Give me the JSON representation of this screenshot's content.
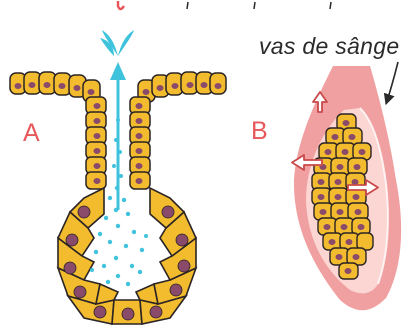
{
  "labels": {
    "gland_a": "A",
    "gland_b": "B",
    "vessel": "vas de sânge"
  },
  "colors": {
    "cell_fill": "#f2bc2e",
    "cell_outline": "#2b2424",
    "nucleus": "#8a4a6a",
    "secretion": "#3fc3dd",
    "vessel_wall": "#f0a0a0",
    "vessel_lumen": "#fbd6d3",
    "label_red": "#e8585b",
    "arrow_stroke": "#c94a4a"
  },
  "icons": {
    "secretion_drop": "droplet-icon",
    "outflow_arrow": "arrow-up-icon",
    "hormone_arrow": "arrow-icon",
    "pointer": "pointer-arrow-icon"
  }
}
